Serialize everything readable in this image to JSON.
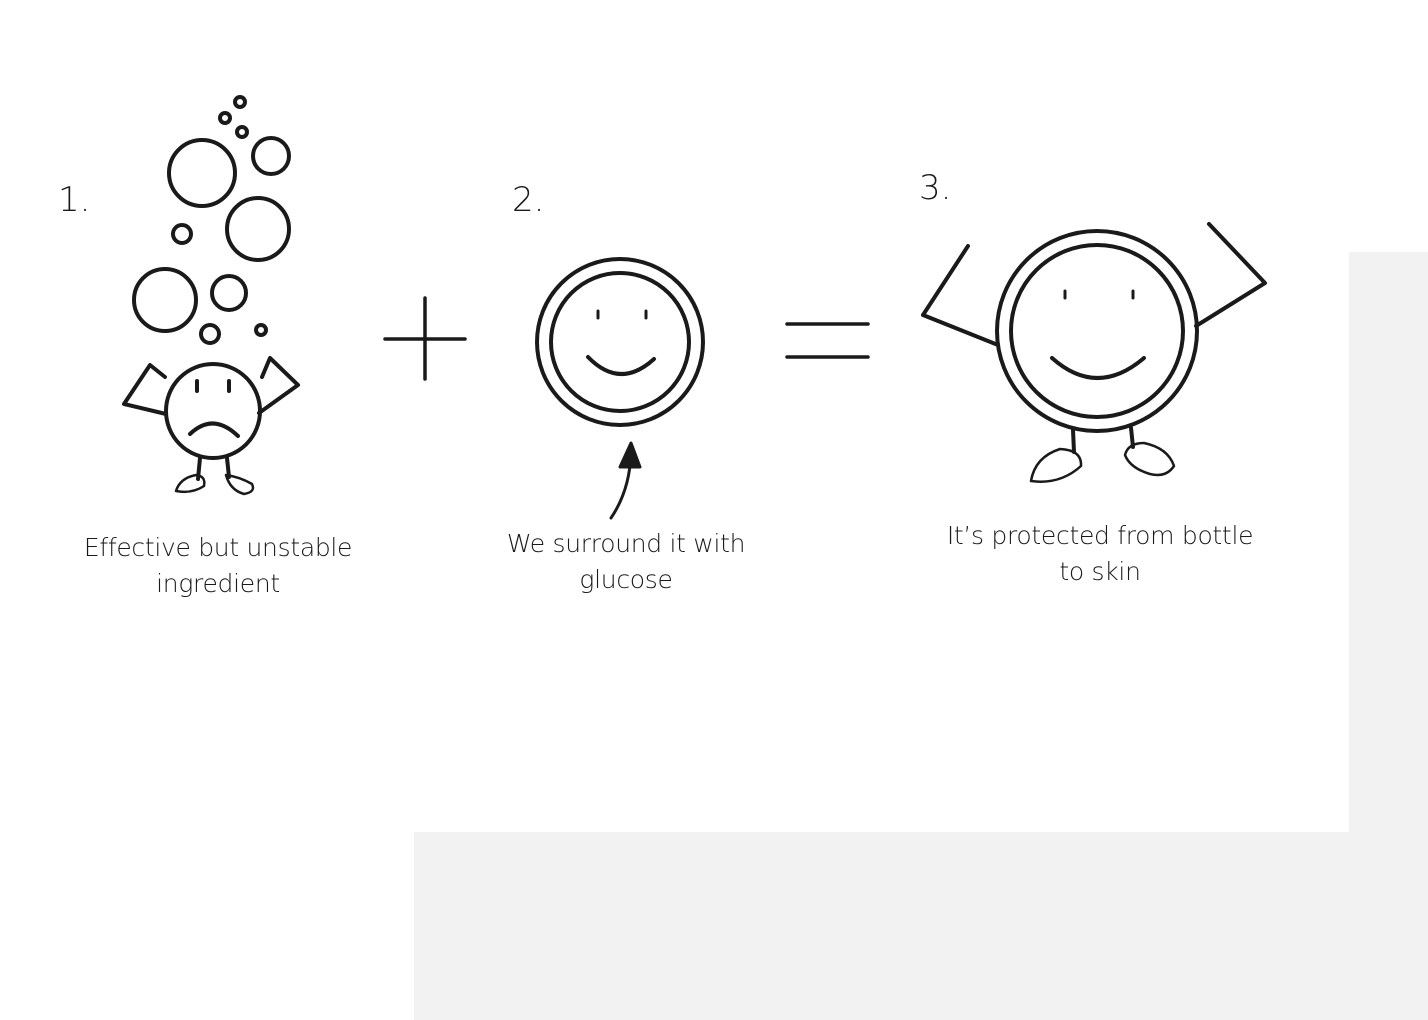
{
  "steps": [
    {
      "number": "1.",
      "caption_line1": "Effective but unstable",
      "caption_line2": "ingredient"
    },
    {
      "number": "2.",
      "caption_line1": "We surround it with",
      "caption_line2": "glucose"
    },
    {
      "number": "3.",
      "caption_line1": "It’s protected from bottle",
      "caption_line2": "to skin"
    }
  ],
  "operators": {
    "plus": "plus-sign",
    "equals": "equals-sign"
  },
  "colors": {
    "ink": "#1a1a1a",
    "panel": "#f2f2f2",
    "background": "#ffffff"
  }
}
